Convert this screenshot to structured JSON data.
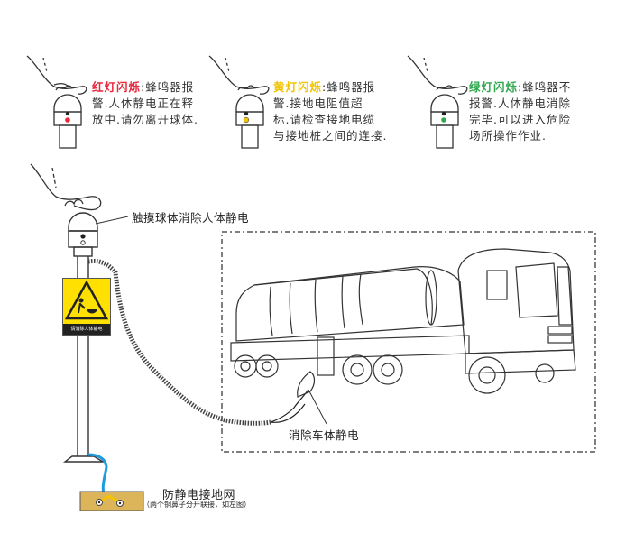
{
  "indicators": [
    {
      "id": "red",
      "title": "红灯闪烁",
      "separator": ":",
      "description": "蜂鸣器报警.人体静电正在释放中.请勿离开球体.",
      "lines": [
        "蜂鸣器报",
        "警.人体静电正在释",
        "放中.请勿离开球体."
      ],
      "color": "#e8283c"
    },
    {
      "id": "yellow",
      "title": "黄灯闪烁",
      "separator": ":",
      "description": "蜂鸣器报警.接地电阻值超标.请检查接地电缆与接地桩之间的连接.",
      "lines": [
        "蜂鸣器报",
        "警.接地电阻值超",
        "标.请检查接地电缆",
        "与接地桩之间的连接."
      ],
      "color": "#f2c400"
    },
    {
      "id": "green",
      "title": "绿灯闪烁",
      "separator": ":",
      "description": "蜂鸣器不报警.人体静电消除完毕.可以进入危险场所操作作业.",
      "lines": [
        "蜂鸣器不",
        "报警.人体静电消除",
        "完毕.可以进入危险",
        "场所操作作业."
      ],
      "color": "#2fa84f"
    }
  ],
  "labels": {
    "touch_ball": "触摸球体消除人体静电",
    "vehicle_static": "消除车体静电",
    "ground_net": "防静电接地网",
    "ground_note": "（两个铜鼻子分开联接，如左图）"
  },
  "sign": {
    "caption": "请消除人体静电",
    "color": "#ffe000"
  },
  "colors": {
    "ground_cable": "#1e9be0",
    "ground_plate": "#dcb45a",
    "line": "#333333"
  }
}
